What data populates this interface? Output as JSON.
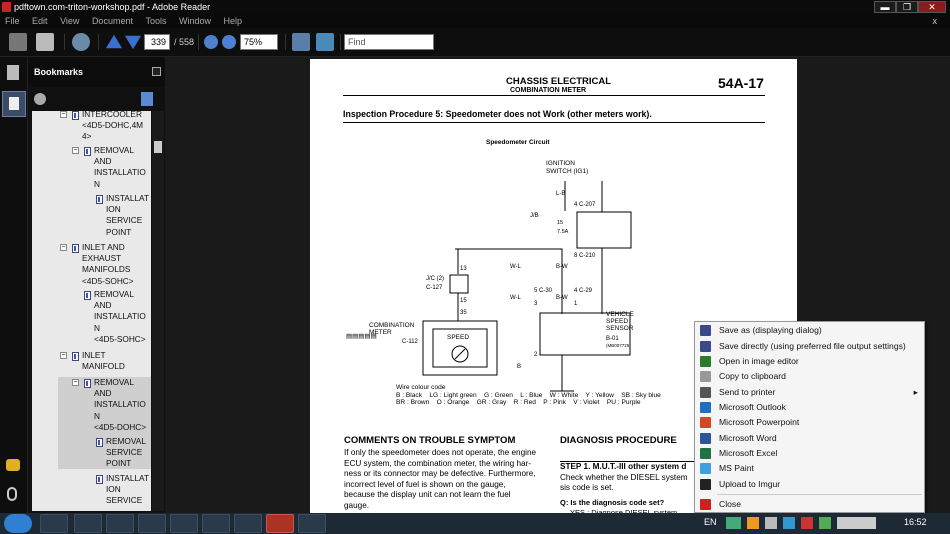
{
  "window": {
    "title": "pdftown.com-triton-workshop.pdf - Adobe Reader",
    "min": "▬",
    "max": "❐",
    "close": "✕"
  },
  "menu": [
    "File",
    "Edit",
    "View",
    "Document",
    "Tools",
    "Window",
    "Help"
  ],
  "menu_close": "x",
  "toolbar": {
    "page_current": "339",
    "page_total": "/ 558",
    "zoom": "75%",
    "find_placeholder": "Find"
  },
  "bookmarks": {
    "title": "Bookmarks",
    "items": [
      {
        "label": "INTERCOOLER\n<4D5-DOHC,4M\n4>",
        "level": 1
      },
      {
        "label": "REMOVAL\nAND\nINSTALLATIO\nN",
        "level": 2
      },
      {
        "label": "INSTALLAT\nION\nSERVICE\nPOINT",
        "level": 3
      },
      {
        "label": "INLET AND\nEXHAUST\nMANIFOLDS\n<4D5-SOHC>",
        "level": 1
      },
      {
        "label": "REMOVAL\nAND\nINSTALLATIO\nN\n<4D5-SOHC>",
        "level": 2
      },
      {
        "label": "INLET\nMANIFOLD",
        "level": 1
      },
      {
        "label": "REMOVAL\nAND\nINSTALLATIO\nN\n<4D5-DOHC>",
        "level": 2
      },
      {
        "label": "REMOVAL\nSERVICE\nPOINT",
        "level": 3
      },
      {
        "label": "INSTALLAT\nION\nSERVICE",
        "level": 3
      }
    ]
  },
  "page": {
    "section": "CHASSIS ELECTRICAL",
    "subsection": "COMBINATION METER",
    "page_no": "54A-17",
    "heading": "Inspection Procedure 5: Speedometer does not Work (other meters work).",
    "diagram_title": "Speedometer Circuit",
    "labels": {
      "ignition": "IGNITION\nSWITCH (IG1)",
      "lb": "L-B",
      "c207": "4  C-207",
      "jb": "J/B",
      "fuse": "15\n7.5A",
      "c210": "8  C-210",
      "bw1": "B-W",
      "wl1": "W-L",
      "n13": "13",
      "jc": "J/C (2)\nC-127",
      "n15": "15",
      "n35": "35",
      "cm": "COMBINATION\nMETER",
      "c112": "C-112",
      "speed": "SPEED",
      "wl2": "W-L",
      "c30": "5  C-30",
      "c29": "4  C-29",
      "bw2": "B-W",
      "n3": "3",
      "n1": "1",
      "vss": "VEHICLE\nSPEED\nSENSOR",
      "b01": "B-01",
      "n2": "2",
      "b": "B",
      "partno": "(MB007725)"
    },
    "wire_codes": "Wire colour code\nB : Black    LG : Light green    G : Green    L : Blue    W : White    Y : Yellow    SB : Sky blue\nBR : Brown    O : Orange    GR : Gray    R : Red    P : Pink    V : Violet    PU : Purple",
    "comments_title": "COMMENTS ON TROUBLE SYMPTOM",
    "comments_body": "If only the speedometer does not operate, the engine\nECU system, the combination meter, the wiring har-\nness or its connector may be defective. Furthermore,\nincorrect level of fuel is shown on the gauge,\nbecause the display unit can not learn the fuel\ngauge.",
    "diag_title": "DIAGNOSIS PROCEDURE",
    "step1": "STEP 1. M.U.T.-III other system d",
    "step1_body": "Check whether the DIESEL system\nsis code is set.",
    "q": "Q: Is the diagnosis code set?",
    "yes": "YES : Diagnose DIESEL system"
  },
  "context_menu": {
    "items": [
      {
        "label": "Save as (displaying dialog)",
        "icon": "floppy-icon",
        "color": "#3a4a8a"
      },
      {
        "label": "Save directly (using preferred file output settings)",
        "icon": "floppy-icon",
        "color": "#3a4a8a"
      },
      {
        "label": "Open in image editor",
        "icon": "image-editor-icon",
        "color": "#2d7a2d"
      },
      {
        "label": "Copy to clipboard",
        "icon": "clipboard-icon",
        "color": "#999999"
      },
      {
        "label": "Send to printer",
        "icon": "printer-icon",
        "color": "#555555",
        "submenu": "▸"
      },
      {
        "label": "Microsoft Outlook",
        "icon": "outlook-icon",
        "color": "#1e6fc4"
      },
      {
        "label": "Microsoft Powerpoint",
        "icon": "powerpoint-icon",
        "color": "#d24726"
      },
      {
        "label": "Microsoft Word",
        "icon": "word-icon",
        "color": "#2b579a"
      },
      {
        "label": "Microsoft Excel",
        "icon": "excel-icon",
        "color": "#217346"
      },
      {
        "label": "MS Paint",
        "icon": "paint-icon",
        "color": "#3ea0e0"
      },
      {
        "label": "Upload to Imgur",
        "icon": "imgur-icon",
        "color": "#222222"
      },
      {
        "label": "Close",
        "icon": "close-icon",
        "color": "#cc2222"
      }
    ]
  },
  "taskbar": {
    "lang": "EN",
    "time": "16:52"
  }
}
